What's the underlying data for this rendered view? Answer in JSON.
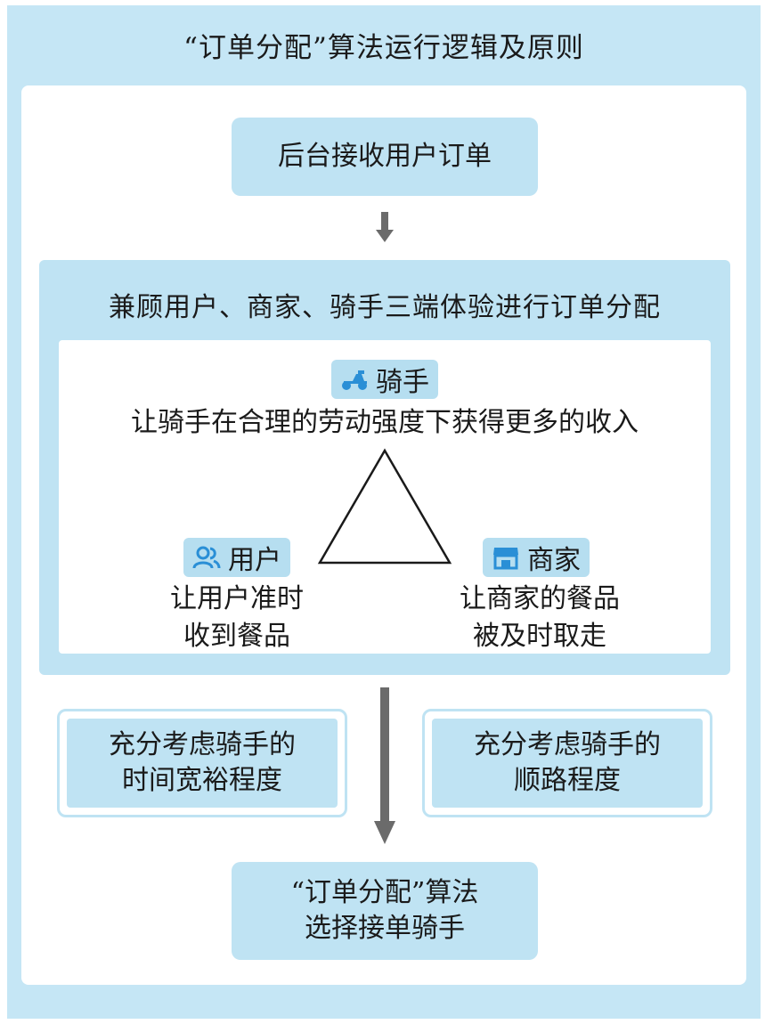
{
  "title": "“订单分配”算法运行逻辑及原则",
  "receive_order": "后台接收用户订单",
  "allocation_panel": {
    "title": "兼顾用户、商家、骑手三端体验进行订单分配",
    "rider": {
      "label": "骑手",
      "icon": "scooter-icon",
      "desc": "让骑手在合理的劳动强度下获得更多的收入"
    },
    "user": {
      "label": "用户",
      "icon": "users-icon",
      "desc_line1": "让用户准时",
      "desc_line2": "收到餐品"
    },
    "merchant": {
      "label": "商家",
      "icon": "store-icon",
      "desc_line1": "让商家的餐品",
      "desc_line2": "被及时取走"
    }
  },
  "consideration_left": {
    "line1": "充分考虑骑手的",
    "line2": "时间宽裕程度"
  },
  "consideration_right": {
    "line1": "充分考虑骑手的",
    "line2": "顺路程度"
  },
  "result": {
    "line1": "“订单分配”算法",
    "line2": "选择接单骑手"
  },
  "colors": {
    "light_blue": "#c5e6f5",
    "box_blue": "#bfe3f3",
    "icon_blue": "#2a8fd6",
    "arrow_gray": "#6b6b6b"
  }
}
